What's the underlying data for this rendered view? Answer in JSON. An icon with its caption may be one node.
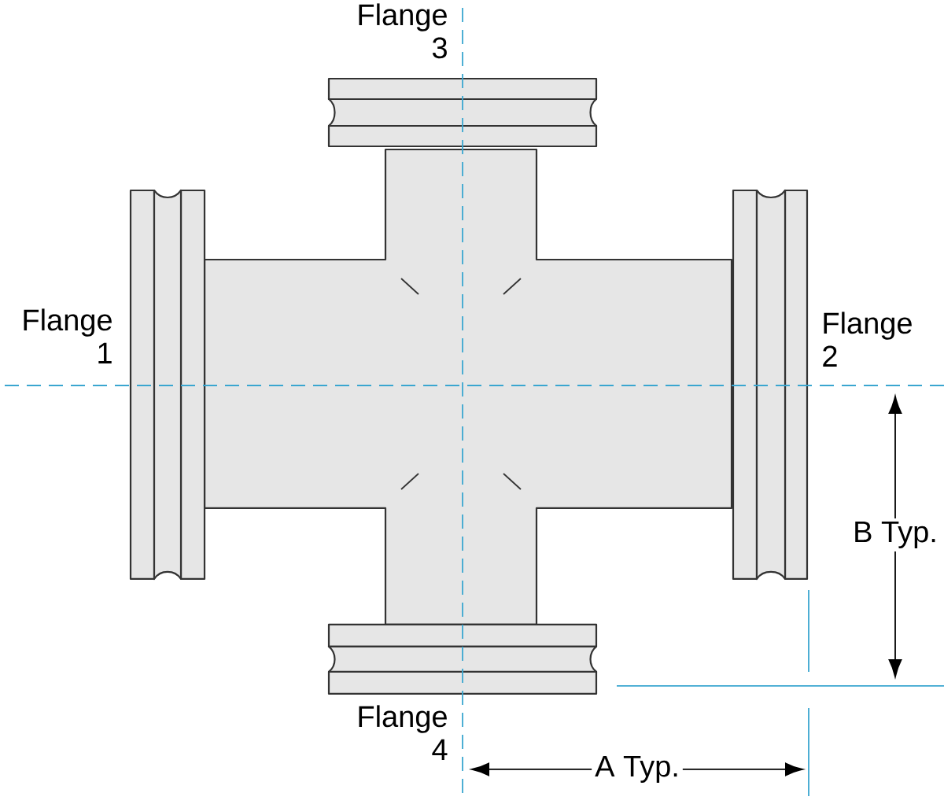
{
  "diagram": {
    "labels": [
      "Flange 3",
      "Flange 1",
      "Flange 2",
      "B Typ.",
      "Flange 4",
      "A Typ."
    ]
  }
}
